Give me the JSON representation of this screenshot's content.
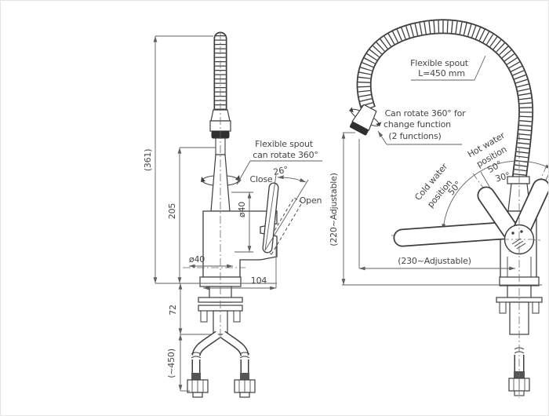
{
  "front_view": {
    "dim_height_overall": "(361)",
    "dim_spout_height": "205",
    "dim_under_counter": "72",
    "dim_hose_length": "(~450)",
    "dim_depth": "104",
    "dim_handle_dia": "ø40",
    "dim_body_dia": "ø40",
    "label_flexible_line1": "Flexible spout",
    "label_flexible_line2": "can rotate 360°",
    "label_close": "Close",
    "label_open": "Open",
    "label_handle_angle": "26°"
  },
  "side_view": {
    "label_flexible_line1": "Flexible spout",
    "label_flexible_line2": "L=450 mm",
    "label_rotate_line1": "Can rotate 360° for",
    "label_rotate_line2": "change function",
    "label_rotate_line3": "(2 functions)",
    "label_hot_line1": "Hot water",
    "label_hot_line2": "position",
    "label_hot_angle": "50°",
    "label_cold_line1": "Cold water",
    "label_cold_line2": "position",
    "label_cold_angle": "50°",
    "label_mid_angle": "30°",
    "dim_height": "(220~Adjustable)",
    "dim_reach": "(230~Adjustable)"
  },
  "colors": {
    "line": "#3e3e3e",
    "dimension": "#5f5f5f",
    "text": "#454545",
    "background": "#ffffff",
    "aerator_band": "#2f2f2f"
  }
}
